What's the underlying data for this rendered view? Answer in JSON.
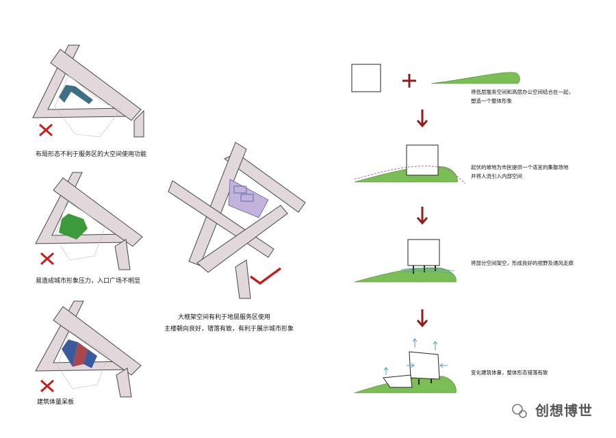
{
  "captions": {
    "c1": "布局形态不利于服务区的大空间使用功能",
    "c2": "易造成城市形象压力，入口广场不明显",
    "c3": "建筑体量呆板",
    "c4a": "大框架空间有利于地层服务区使用",
    "c4b": "主楼朝向良好，错落有致，有利于展示城市形象"
  },
  "steps": {
    "s1a": "将低层服务空间和高层办公空间结合在一起，",
    "s1b": "塑造一个整体形象",
    "s2a": "起伏的坡地为市民提供一个适宜的集散场地",
    "s2b": "并将人流引入内部空间",
    "s3": "将部分空间架空，形成良好的视野及通风走廊",
    "s4": "变化建筑体量，整体形态错落有致"
  },
  "watermark": "创想博世",
  "colors": {
    "road": "#e2d8dc",
    "road_edge": "#444444",
    "block1": "#3f6f84",
    "block2": "#3d9a3b",
    "block3_red": "#a8484c",
    "block3_blue": "#3b5a9c",
    "lavender": "#c3b3dc",
    "cross": "#c61c1c",
    "check": "#c61c1c",
    "hill": "#7cbe56",
    "arrow": "#8e1e1e",
    "wind": "#4b9bc9"
  },
  "icons": [
    "cross-icon",
    "check-icon",
    "plus-icon",
    "down-arrow-icon",
    "wechat-icon"
  ]
}
